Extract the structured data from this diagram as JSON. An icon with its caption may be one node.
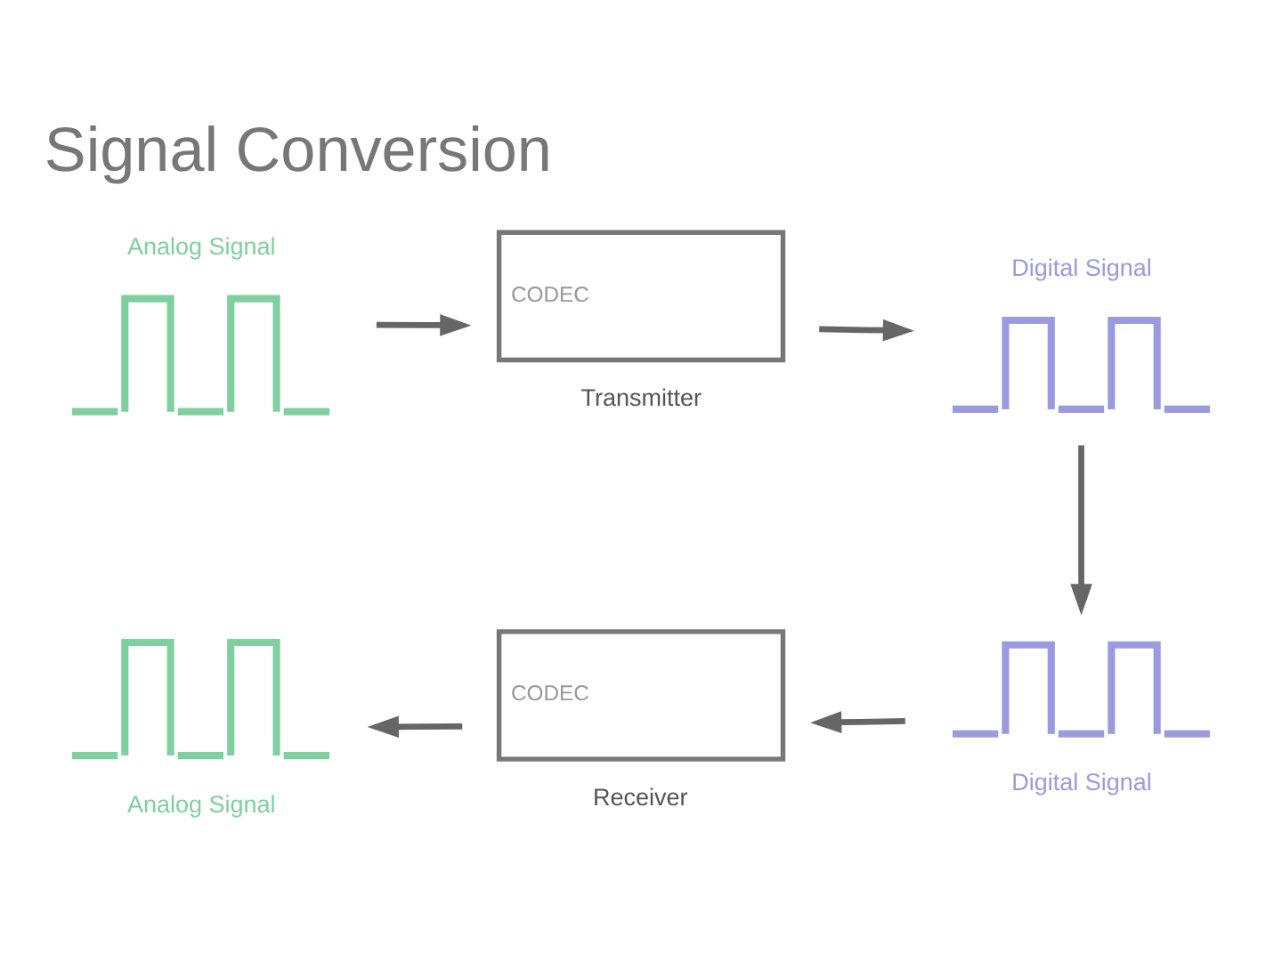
{
  "diagram": {
    "title": "Signal Conversion",
    "nodes": [
      {
        "text": [
          "Analog Signal"
        ]
      },
      {
        "text": [
          "CODEC"
        ],
        "beside": [
          "Transmitter"
        ]
      },
      {
        "text": [
          "Digital Signal"
        ]
      },
      {
        "text": [
          "Digital Signal"
        ]
      },
      {
        "text": [
          "CODEC"
        ],
        "beside": [
          "Receiver"
        ]
      },
      {
        "text": [
          "Analog Signal"
        ]
      }
    ],
    "edges": [
      {
        "from": 0,
        "to": 1,
        "arrow": "to"
      },
      {
        "from": 1,
        "to": 2,
        "arrow": "to"
      },
      {
        "from": 2,
        "to": 3,
        "arrow": "to"
      },
      {
        "from": 3,
        "to": 4,
        "arrow": "to"
      },
      {
        "from": 4,
        "to": 5,
        "arrow": "to"
      }
    ]
  }
}
